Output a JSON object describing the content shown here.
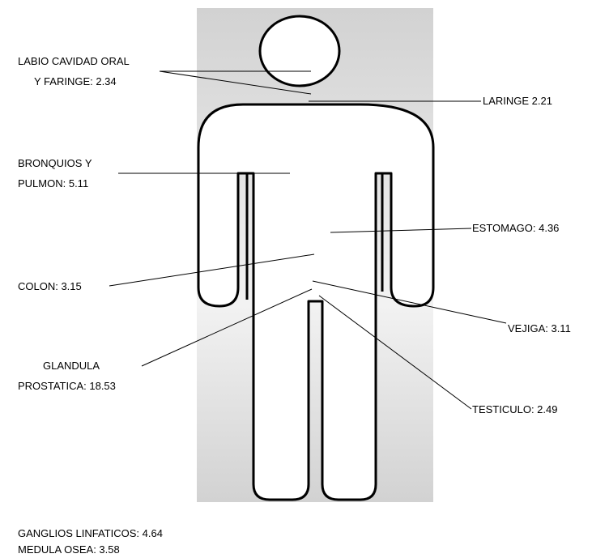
{
  "colors": {
    "panel_top": "#d2d2d2",
    "panel_mid": "#f2f2f2",
    "panel_bottom": "#d2d2d2",
    "outline": "#000000",
    "body_fill": "#ffffff"
  },
  "labels": {
    "labio_line1": "LABIO CAVIDAD ORAL",
    "labio_line2": "Y FARINGE: 2.34",
    "laringe": "LARINGE 2.21",
    "bronquios_line1": "BRONQUIOS Y",
    "bronquios_line2": "PULMON: 5.11",
    "estomago": "ESTOMAGO: 4.36",
    "colon": "COLON: 3.15",
    "vejiga": "VEJIGA: 3.11",
    "prostata_line1": "GLANDULA",
    "prostata_line2": "PROSTATICA: 18.53",
    "testiculo": "TESTICULO: 2.49",
    "ganglios": "GANGLIOS LINFATICOS: 4.64",
    "medula": "MEDULA OSEA: 3.58"
  }
}
